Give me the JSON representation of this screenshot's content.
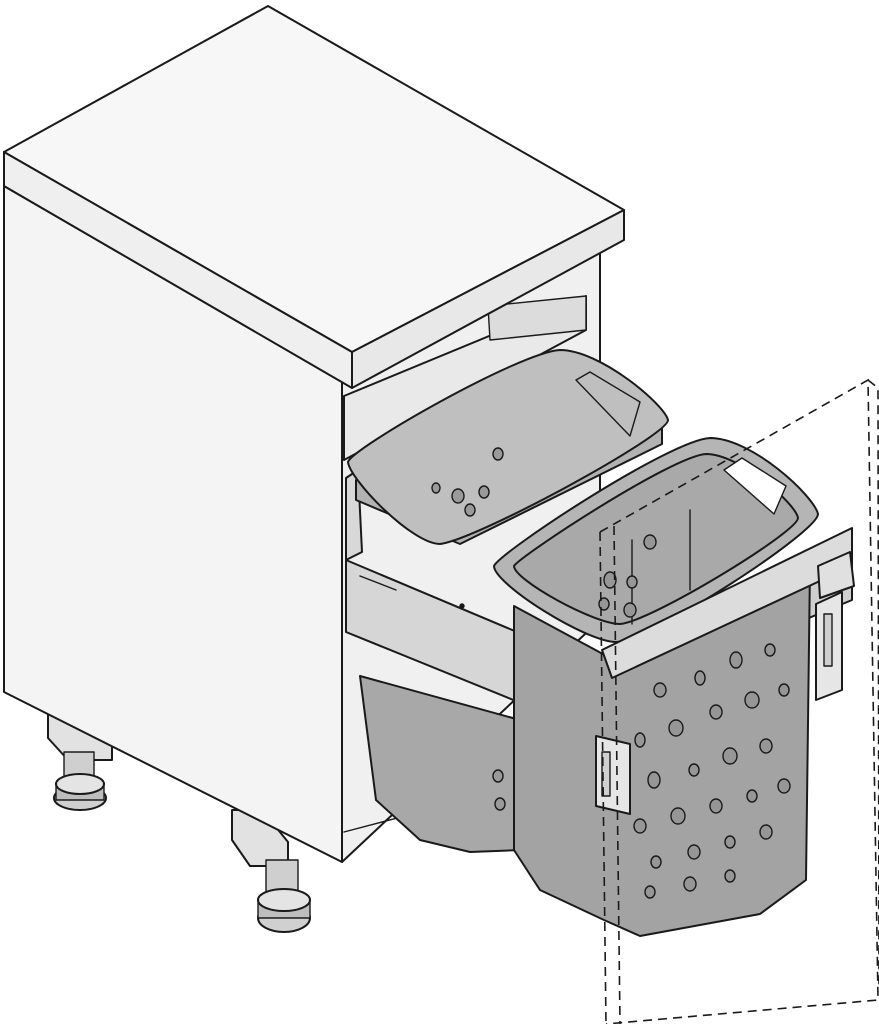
{
  "figure": {
    "subject": "base-cabinet-with-pull-out-double-laundry-basket",
    "parts": [
      "countertop",
      "cabinet-carcass",
      "pull-out-frame",
      "laundry-basket-rear",
      "laundry-basket-front",
      "drawer-runner",
      "front-panel-outline",
      "adjustable-leg"
    ],
    "colors": {
      "line": "#1a1a1a",
      "cabinet": "#f4f4f4",
      "top": "#f7f7f7",
      "basket": "#a3a3a3",
      "basket_rim": "#bcbcbc",
      "frame": "#d8d8d8"
    }
  }
}
